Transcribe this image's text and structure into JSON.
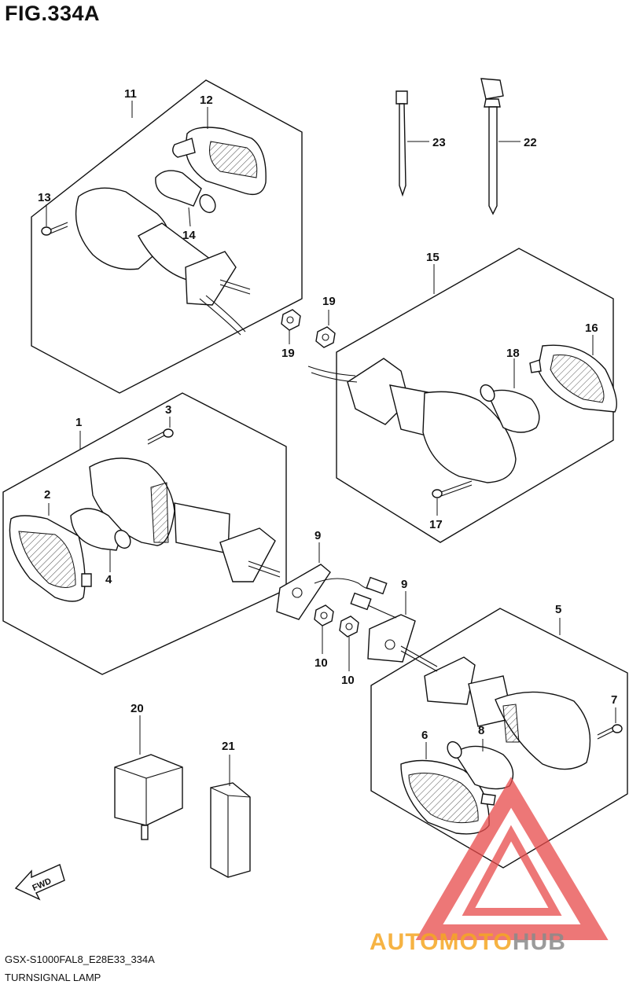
{
  "figure_title": "FIG.334A",
  "diagram_code": "GSX-S1000FAL8_E28E33_334A",
  "caption": "TURNSIGNAL LAMP",
  "direction_label": "FWD",
  "callouts": {
    "c1": "1",
    "c2": "2",
    "c3": "3",
    "c4": "4",
    "c5": "5",
    "c6": "6",
    "c7": "7",
    "c8": "8",
    "c9a": "9",
    "c9b": "9",
    "c10a": "10",
    "c10b": "10",
    "c11": "11",
    "c12": "12",
    "c13": "13",
    "c14": "14",
    "c15": "15",
    "c16": "16",
    "c17": "17",
    "c18": "18",
    "c19a": "19",
    "c19b": "19",
    "c20": "20",
    "c21": "21",
    "c22": "22",
    "c23": "23"
  },
  "watermark": {
    "text_orange": "AUTOMOTO",
    "text_gray": "HUB",
    "color_orange": "#f5a623",
    "color_gray": "#8a8a8a",
    "color_red": "#e84a4a"
  }
}
